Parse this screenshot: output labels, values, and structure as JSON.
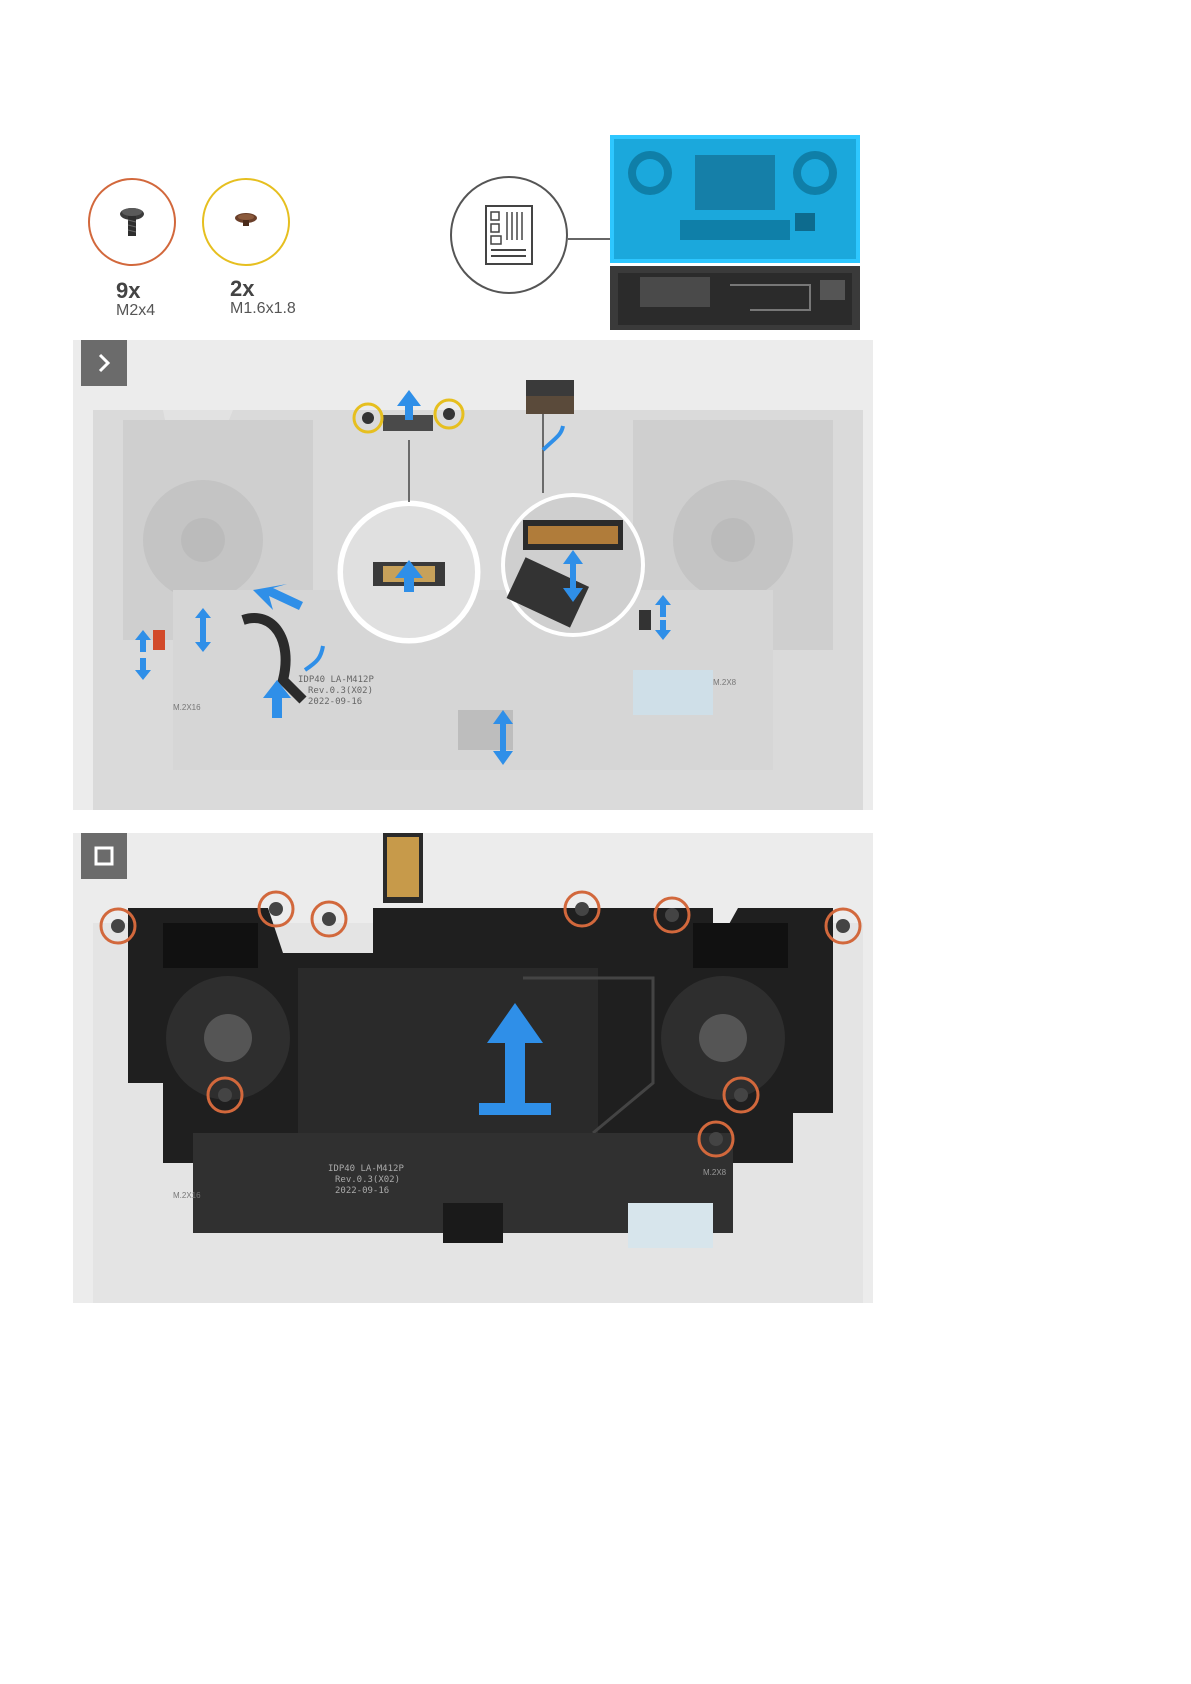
{
  "screws": [
    {
      "qty": "9x",
      "spec": "M2x4",
      "color": "#d2683c"
    },
    {
      "qty": "2x",
      "spec": "M1.6x1.8",
      "color": "#e6bf1f"
    }
  ],
  "board_icon": {
    "icon": "system-board-icon"
  },
  "steps": [
    {
      "icon": "chevron-right-icon"
    },
    {
      "icon": "stop-square-icon"
    }
  ],
  "board_silkscreen": {
    "line1": "IDP40 LA-M412P",
    "line2": "Rev.0.3(X02)",
    "line3": "2022-09-16"
  },
  "labels": {
    "m2x16": "M.2X16",
    "m2x8": "M.2X8"
  },
  "colors": {
    "highlight": "#2ec7ff",
    "arrow": "#2f8fe8",
    "screw_large": "#d2683c",
    "screw_small": "#e6bf1f"
  }
}
